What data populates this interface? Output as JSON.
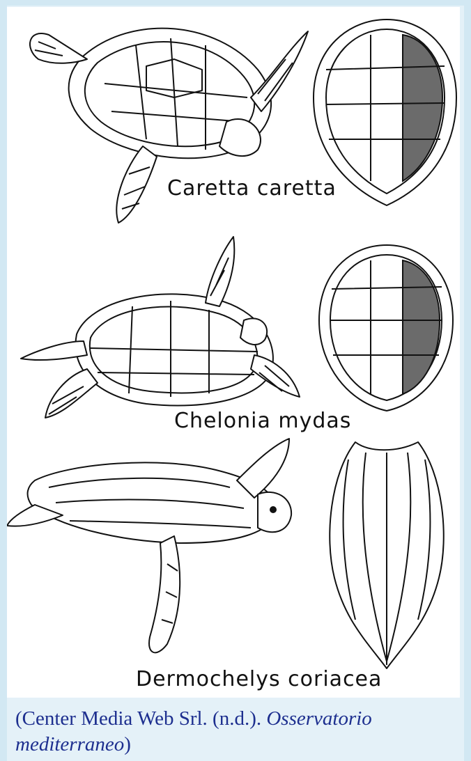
{
  "figure": {
    "labels": {
      "caretta": "Caretta caretta",
      "chelonia": "Chelonia mydas",
      "dermochelys": "Dermochelys coriacea"
    }
  },
  "caption": {
    "prefix": "(Center Media Web Srl. (n.d.). ",
    "italic": "Osservatorio mediterraneo",
    "suffix": ")"
  },
  "colors": {
    "background": "#e4f1f8",
    "caption_text": "#1d2f8f",
    "shaded_scutes": "#6b6b6b"
  }
}
